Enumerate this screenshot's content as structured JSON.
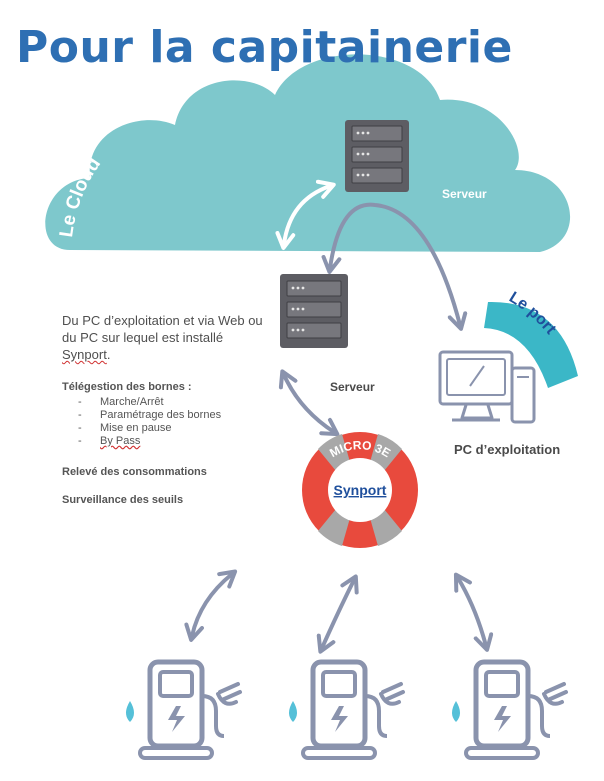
{
  "title": "Pour la capitainerie",
  "cloud_label": "Le Cloud",
  "port_label": "Le port",
  "server_top_label": "Serveur",
  "server_mid_label": "Serveur",
  "pc_label": "PC d’exploitation",
  "description": {
    "part1": "Du PC d’exploitation et via Web ou du PC sur lequel est installé ",
    "synport": "Synport",
    "part2": "."
  },
  "telegestion_title": "Télégestion des bornes :",
  "bullets": [
    "Marche/Arrêt",
    "Paramétrage des bornes",
    "Mise en pause",
    "By Pass"
  ],
  "releve": "Relevé des consommations",
  "surveillance": "Surveillance des seuils",
  "buoy": {
    "top_text": "MICRO 3E",
    "center_text": "Synport"
  },
  "colors": {
    "title": "#2e6fb3",
    "cloud": "#7ec8cc",
    "port_tag": "#3bb7c7",
    "buoy_red": "#e84a3d",
    "buoy_gray": "#a8a8a8",
    "server": "#5d5d63",
    "line_art": "#8a93ad",
    "water": "#55c0d8"
  },
  "icons": [
    "server-icon",
    "computer-icon",
    "lifebuoy-icon",
    "charging-station-icon",
    "water-drop-icon",
    "plug-icon",
    "lightning-icon"
  ]
}
